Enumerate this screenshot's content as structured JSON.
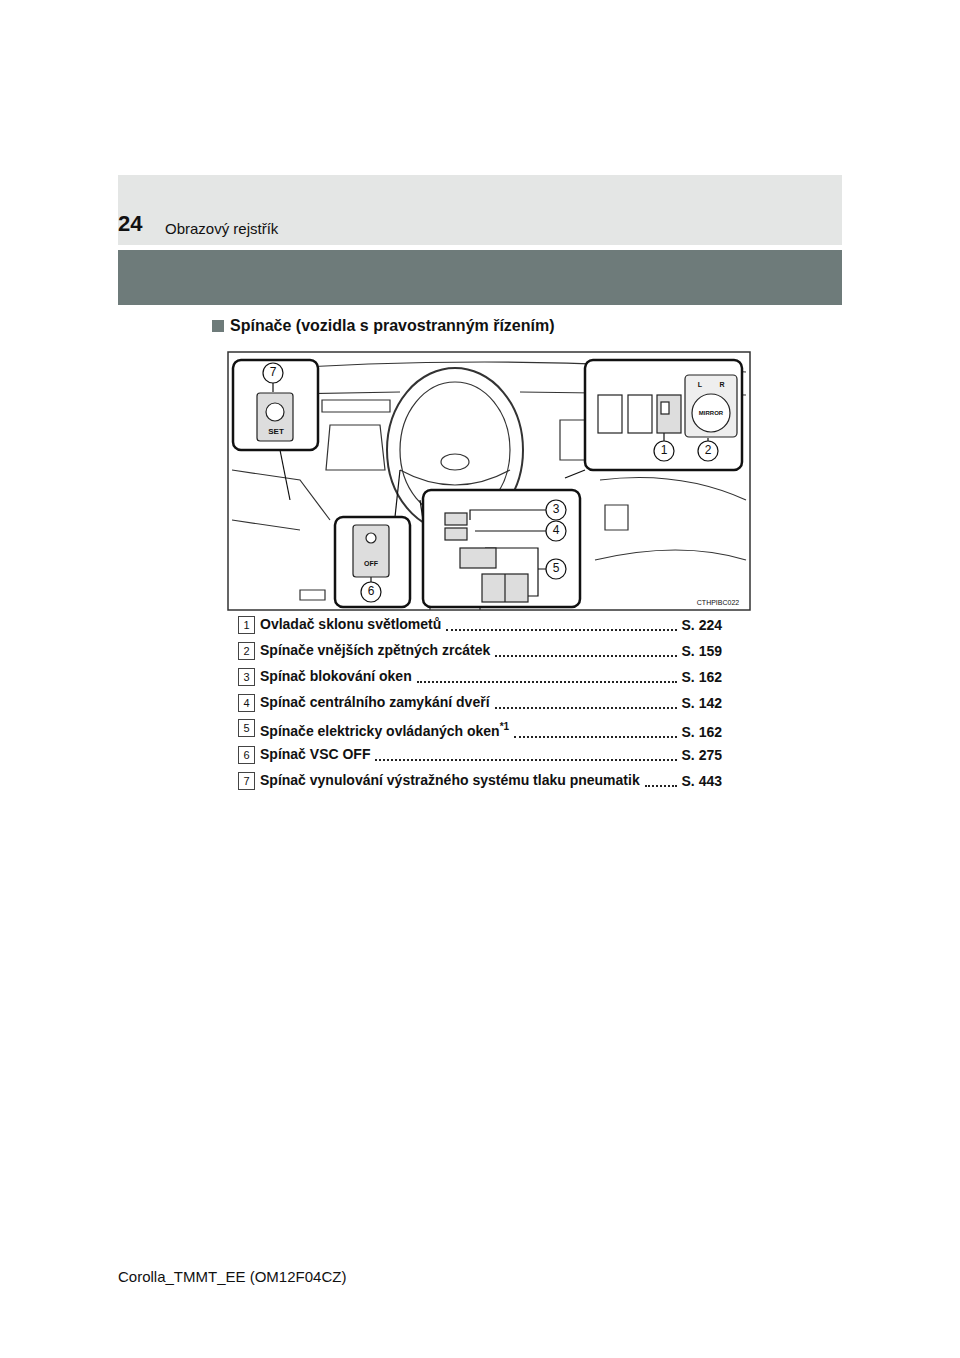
{
  "diagram": {
    "title": "Spínače (vozidla s pravostranným řízením)",
    "labels": [
      "24",
      "Obrazový rejstřík",
      "7",
      "1",
      "2",
      "3",
      "4",
      "5",
      "6",
      "SET",
      "OFF",
      "L",
      "R",
      "MIRROR",
      "CTHPIBC022",
      "1",
      "Ovladač sklonu světlometů",
      "S. 224",
      "2",
      "Spínače vnějších zpětných zrcátek",
      "S. 159",
      "3",
      "Spínač blokování oken",
      "S. 162",
      "4",
      "Spínač centrálního zamykání dveří",
      "S. 142",
      "5",
      "Spínače elektricky ovládaných oken",
      "*1",
      "S. 162",
      "6",
      "Spínač VSC OFF",
      "S. 275",
      "7",
      "Spínač vynulování výstražného systému tlaku pneumatik",
      "S. 443",
      "Corolla_TMMT_EE (OM12F04CZ)"
    ]
  }
}
